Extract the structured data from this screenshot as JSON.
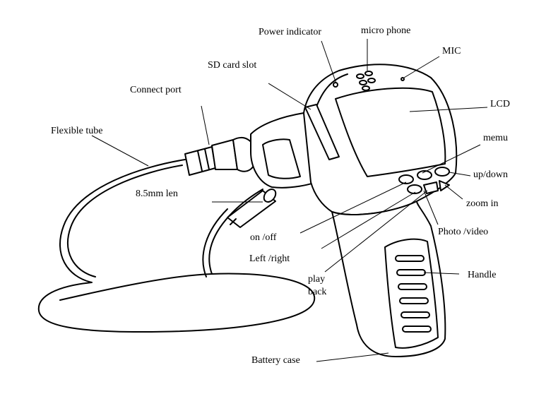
{
  "labels": {
    "power_indicator": "Power indicator",
    "micro_phone": "micro phone",
    "mic": "MIC",
    "sd_card_slot": "SD card slot",
    "connect_port": "Connect port",
    "lcd": "LCD",
    "flexible_tube": "Flexible tube",
    "memu": "memu",
    "up_down": "up/down",
    "lens": "8.5mm len",
    "zoom_in": "zoom in",
    "on_off": "on /off",
    "photo_video": "Photo /video",
    "left_right": "Left /right",
    "handle": "Handle",
    "play": "play",
    "back": "back",
    "battery_case": "Battery case"
  }
}
